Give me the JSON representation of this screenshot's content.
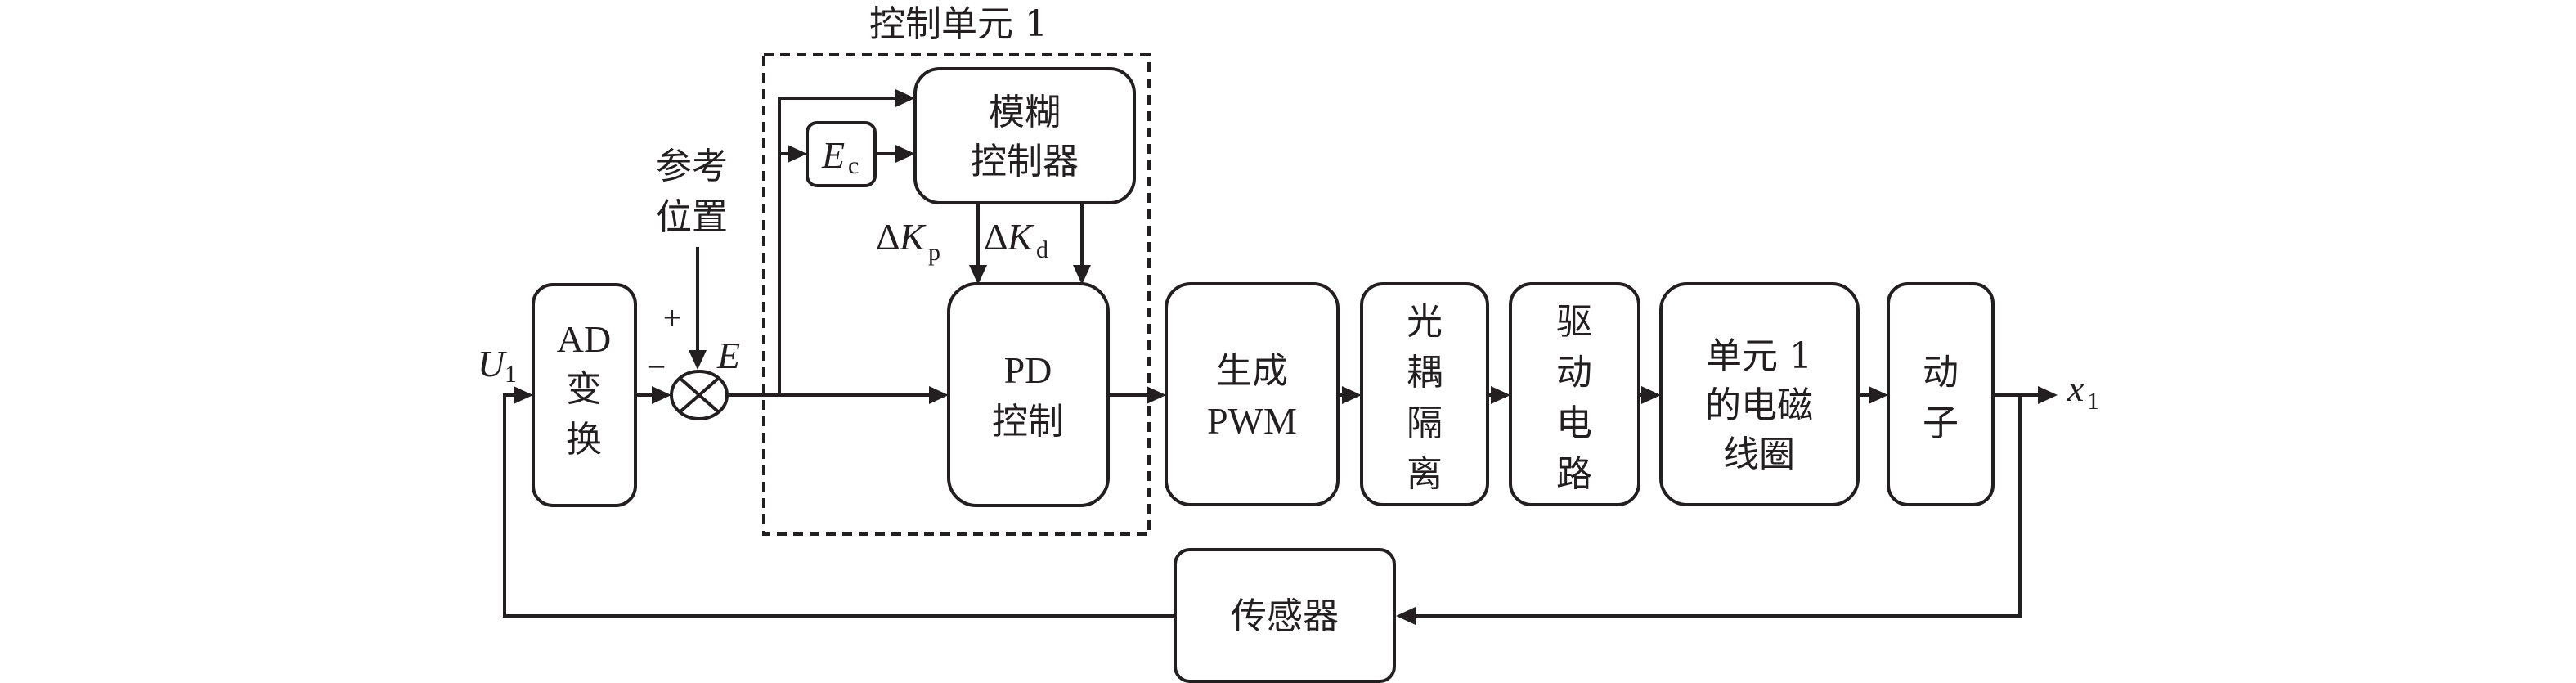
{
  "diagram": {
    "title": "控制单元 1",
    "colors": {
      "stroke": "#231f20",
      "background": "#ffffff"
    },
    "reference_input": {
      "line1": "参考",
      "line2": "位置"
    },
    "input_signal": {
      "symbol": "U",
      "subscript": "1"
    },
    "output_signal": {
      "symbol": "x",
      "subscript": "1"
    },
    "summing_junction": {
      "plus": "+",
      "minus": "−",
      "error_label": "E"
    },
    "blocks": {
      "ad": {
        "line1": "AD",
        "line2": "变",
        "line3": "换"
      },
      "ec": {
        "symbol": "E",
        "subscript": "c"
      },
      "fuzzy": {
        "line1": "模糊",
        "line2": "控制器"
      },
      "pd": {
        "line1": "PD",
        "line2": "控制"
      },
      "pwm": {
        "line1": "生成",
        "line2": "PWM"
      },
      "optocoupler": {
        "line1": "光",
        "line2": "耦",
        "line3": "隔",
        "line4": "离"
      },
      "driver": {
        "line1": "驱",
        "line2": "动",
        "line3": "电",
        "line4": "路"
      },
      "coil": {
        "line1": "单元 1",
        "line2": "的电磁",
        "line3": "线圈"
      },
      "mover": {
        "line1": "动",
        "line2": "子"
      },
      "sensor": {
        "label": "传感器"
      }
    },
    "gain_labels": {
      "kp": {
        "delta": "Δ",
        "symbol": "K",
        "subscript": "p"
      },
      "kd": {
        "delta": "Δ",
        "symbol": "K",
        "subscript": "d"
      }
    }
  }
}
